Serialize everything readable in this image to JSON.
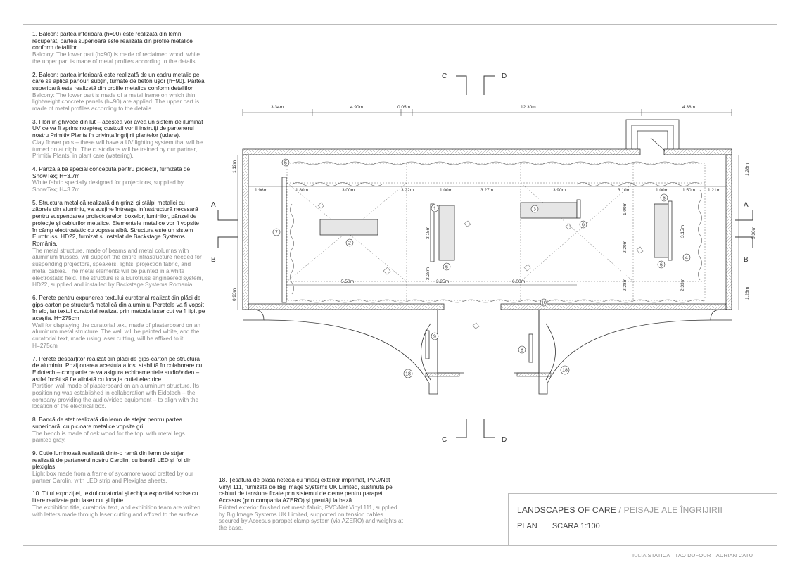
{
  "notes": [
    {
      "ro": "1. Balcon: partea inferioară (h=90) este realizată din lemn recuperat, partea superioară este realizată din profile metalice conform detaliilor.",
      "en": "Balcony: The lower part (h=90) is made of reclaimed wood, while the upper part is made of metal profiles according to the details."
    },
    {
      "ro": "2. Balcon: partea inferioară este realizată de un cadru metalic pe care se aplică panouri subțiri, turnate de beton ușor (h=90). Partea superioară este realizată din profile metalice conform detaliilor.",
      "en": "Balcony: The lower part is made of a metal frame on which thin, lightweight concrete panels (h=90) are applied. The upper part is made of metal profiles according to the details."
    },
    {
      "ro": "3. Flori în ghivece din lut – acestea vor avea un sistem de iluminat UV ce va fi aprins noaptea; custozii vor fi instruiți de partenerul nostru Primitiv Plants în privința îngrijirii plantelor (udare).",
      "en": "Clay flower pots – these will have a UV lighting system that will be turned on at night. The custodians will be trained by our partner, Primitiv Plants, in plant care (watering)."
    },
    {
      "ro": "4. Pânză albă special concepută pentru proiecții, furnizată de ShowTex; H=3.7m",
      "en": "White fabric specially designed for projections, supplied by ShowTex; H=3.7m"
    },
    {
      "ro": "5. Structura metalică realizată din grinzi și stâlpi metalici cu zăbrele din aluminiu, va susține întreaga infrastructură necesară pentru suspendarea proiectoarelor, boxelor, luminilor, pânzei de proiecție și cablurilor metalice. Elementele metalice vor fi vopsite în câmp electrostatic cu vopsea albă. Structura este un sistem Eurotruss, HD22, furnizat și instalat de Backstage Systems România.",
      "en": "The metal structure, made of beams and metal columns with aluminum trusses, will support the entire infrastructure needed for suspending projectors, speakers, lights, projection fabric, and metal cables. The metal elements will be painted in a white electrostatic field. The structure is a Eurotruss engineered system, HD22, supplied and installed by Backstage Systems Romania."
    },
    {
      "ro": "6. Perete pentru expunerea textului curatorial realizat din plăci de gips-carton pe structură metalică din aluminiu. Peretele va fi vopsit în alb, iar textul curatorial realizat prin metoda laser cut va fi lipit pe aceștia. H=275cm",
      "en": "Wall for displaying the curatorial text, made of plasterboard on an aluminum metal structure. The wall will be painted white, and the curatorial text, made using laser cutting, will be affixed to it. H=275cm"
    },
    {
      "ro": "7. Perete despărțitor realizat din plăci de gips-carton pe structură de aluminiu. Poziționarea acestuia a fost stabilită în colaborare cu Eidotech – companie ce va asigura echipamentele audio/video – astfel încât să fie aliniată cu locația cutiei electrice.",
      "en": "Partition wall made of plasterboard on an aluminum structure. Its positioning was established in collaboration with Eidotech – the company providing the audio/video equipment – to align with the location of the electrical box."
    },
    {
      "ro": "8. Bancă de stat realizată din lemn de stejar pentru partea superioară, cu picioare metalice vopsite gri.",
      "en": "The bench is made of oak wood for the top, with metal legs painted gray."
    },
    {
      "ro": "9. Cutie luminoasă realizată dintr-o ramă din lemn de strjar realizată de partenerul nostru Carolin, cu bandă LED și foi din plexiglas.",
      "en": "Light box made from a frame of sycamore wood crafted by our partner Carolin, with LED strip and Plexiglas sheets."
    },
    {
      "ro": "10. Titlul expoziției, textul curatorial și echipa expoziției scrise cu litere realizate prin laser cut și lipite.",
      "en": "The exhibition title, curatorial text, and exhibition team are written with letters made through laser cutting and affixed to the surface."
    }
  ],
  "note18": {
    "ro": "18. Țesătură de plasă netedă cu finisaj exterior imprimat, PVC/Net Vinyl 111, furnizată de Big Image Systems UK Limited, susținută pe cabluri de tensiune fixate prin sistemul de cleme pentru parapet Accesus (prin compania AZERO) și greutăți la bază.",
    "en": "Printed exterior finished net mesh fabric, PVC/Net Vinyl 111, supplied by Big Image Systems UK Limited, supported on tension cables secured by Accesus parapet clamp system (via AZERO) and weights at the base."
  },
  "title_block": {
    "title": "LANDSCAPES OF CARE",
    "separator": "/",
    "subtitle": "PEISAJE ALE ÎNGRIJIRII",
    "plan_label": "PLAN",
    "scale_label": "SCARA 1:100"
  },
  "authors": [
    "IULIA STATICA",
    "TAO DUFOUR",
    "ADRIAN CATU"
  ],
  "plan": {
    "section_marks": [
      "C",
      "D",
      "A",
      "B"
    ],
    "top_dims": [
      "3.34m",
      "4.90m",
      "0.05m",
      "12.30m",
      "4.38m"
    ],
    "inner_dims": [
      "1.96m",
      "1.80m",
      "3.00m",
      "3.22m",
      "1.00m",
      "3.27m",
      "3.90m",
      "3.10m",
      "1.00m",
      "1.50m",
      "1.21m"
    ],
    "lower_dims": [
      "5.50m",
      "3.25m",
      "6.00m"
    ],
    "vertical_dims": [
      "1.12m",
      "0.93m",
      "1.28m",
      "5.30m",
      "1.28m",
      "3.15m",
      "2.28m",
      "1.00m",
      "2.20m",
      "2.28m",
      "3.15m",
      "2.33m"
    ],
    "item_numbers": [
      "1",
      "2",
      "3",
      "4",
      "5",
      "6",
      "6",
      "6",
      "6",
      "7",
      "8",
      "9",
      "10",
      "18",
      "18"
    ]
  }
}
